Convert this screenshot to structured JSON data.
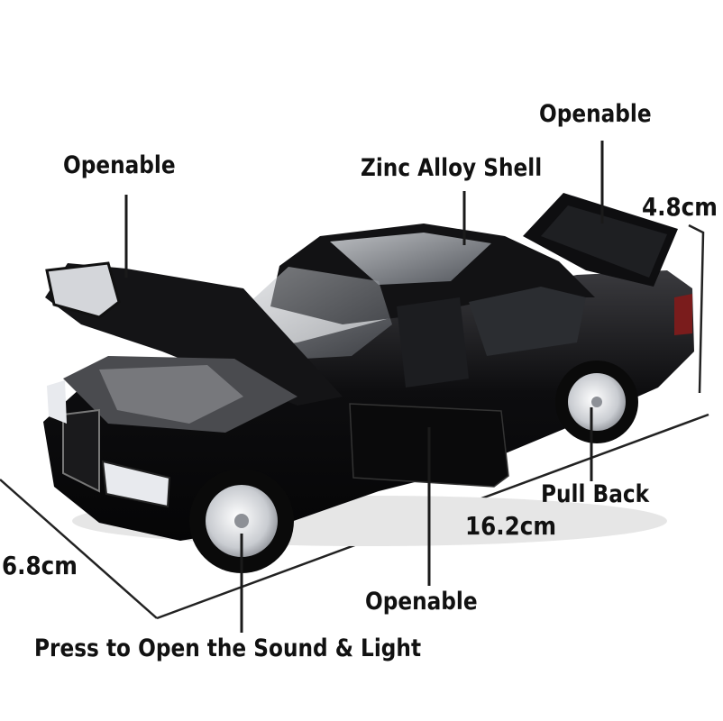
{
  "labels": {
    "hood": "Openable",
    "roof": "Zinc Alloy Shell",
    "trunk": "Openable",
    "door": "Openable",
    "rear_wheel": "Pull Back",
    "front_wheel": "Press to Open the Sound & Light"
  },
  "dimensions": {
    "height": "4.8cm",
    "length": "16.2cm",
    "width": "6.8cm"
  },
  "colors": {
    "car_body": "#0b0b0c",
    "lines": "#222222",
    "text": "#111111"
  }
}
